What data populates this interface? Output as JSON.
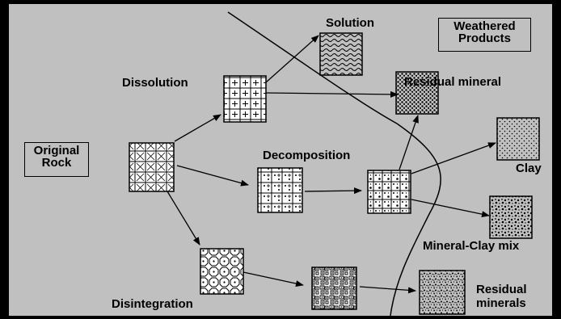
{
  "labels": {
    "original_rock": [
      "Original",
      "Rock"
    ],
    "weathered_products": [
      "Weathered",
      "Products"
    ],
    "solution": "Solution",
    "dissolution": "Dissolution",
    "residual_mineral": "Residual mineral",
    "decomposition": "Decomposition",
    "clay": "Clay",
    "mineral_clay_mix": "Mineral-Clay mix",
    "disintegration": "Disintegration",
    "residual_minerals": [
      "Residual",
      "minerals"
    ]
  },
  "colors": {
    "background": "#000000",
    "panel": "#c0c0c0",
    "ink": "#000000",
    "tile": "#ffffff"
  },
  "patterns": {
    "original_rock": "mixed-grains",
    "dissolution": "grid-crosses",
    "solution": "waves",
    "residual_mineral": "dense-dots",
    "decomposition": "checker-crosses",
    "decomposition_product": "mixed-grid",
    "clay": "fine-dots",
    "mineral_clay_mix": "mixed-dots",
    "disintegration": "octagons",
    "disintegration_product": "fragments",
    "residual_minerals": "speckle"
  }
}
